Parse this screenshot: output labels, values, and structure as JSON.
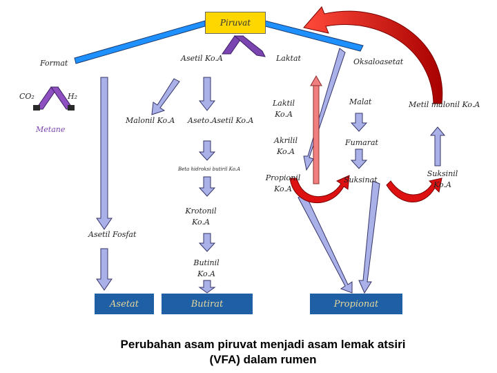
{
  "nodes": {
    "piruvat": "Piruvat",
    "asetil_koa": "Asetil Ko.A",
    "laktat": "Laktat",
    "oksaloasetat": "Oksaloasetat",
    "format": "Format",
    "co2": "CO₂",
    "h2": "H₂",
    "metane": "Metane",
    "malonil_koa": "Malonil Ko.A",
    "asetoasetil_koa": "Aseto.Asetil Ko.A",
    "laktil_koa": [
      "Laktil",
      "Ko.A"
    ],
    "akrilil_koa": [
      "Akrilil",
      "Ko.A"
    ],
    "propionil_koa": [
      "Propionil",
      "Ko.A"
    ],
    "malat": "Malat",
    "fumarat": "Fumarat",
    "suksinat": "Suksinat",
    "metil_malonil_koa": "Metil malonil Ko.A",
    "suksinil_koa": [
      "Suksinil",
      "Ko.A"
    ],
    "beta_hidroksi": "Beta hidroksi butiril Ko.A",
    "krotonil_koa": [
      "Krotonil",
      "Ko.A"
    ],
    "butinil_koa": [
      "Butinil",
      "Ko.A"
    ],
    "asetil_fosfat": "Asetil Fosfat"
  },
  "products": {
    "asetat": "Asetat",
    "butirat": "Butirat",
    "propionat": "Propionat"
  },
  "caption": [
    "Perubahan asam piruvat menjadi asam lemak atsiri",
    "(VFA) dalam rumen"
  ],
  "colors": {
    "arrow_fill": "#aab0e8",
    "arrow_stroke": "#333366",
    "arrow_bold_blue": "#1e90ff",
    "pyruvate_chevron": "#7a45b0",
    "format_chevron": "#8e4fc0",
    "red_curve": "#dd1111",
    "pink_arrow": "#f08080",
    "teal_arrow": "#2aa0b8",
    "piruvat_box": "#ffd700",
    "product_box": "#1f5fa6",
    "product_text": "#e6d89a"
  }
}
